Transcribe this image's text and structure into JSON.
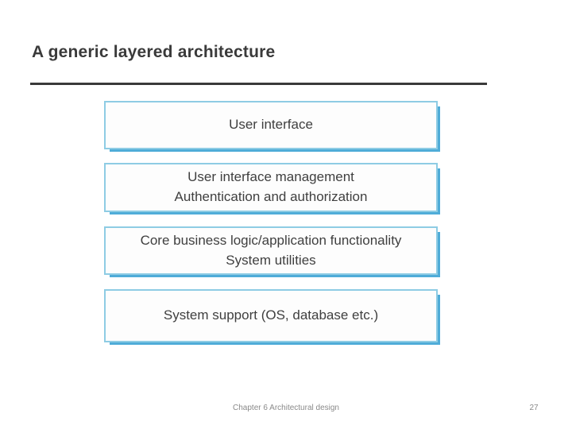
{
  "slide": {
    "title": "A generic layered architecture",
    "title_color": "#3a3a3a",
    "rule_color": "#3a3a3a",
    "background": "#ffffff"
  },
  "diagram": {
    "type": "layered-architecture",
    "border_color": "#8ecce4",
    "shadow_color": "#4facd8",
    "fill_color": "#fdfdfd",
    "text_color": "#3f3f3f",
    "layers": [
      {
        "label": "User interface"
      },
      {
        "label": "User interface management\nAuthentication and authorization"
      },
      {
        "label": "Core business logic/application functionality\nSystem utilities"
      },
      {
        "label": "System support (OS, database etc.)"
      }
    ]
  },
  "footer": {
    "note": "Chapter 6 Architectural design",
    "page_number": "27"
  }
}
